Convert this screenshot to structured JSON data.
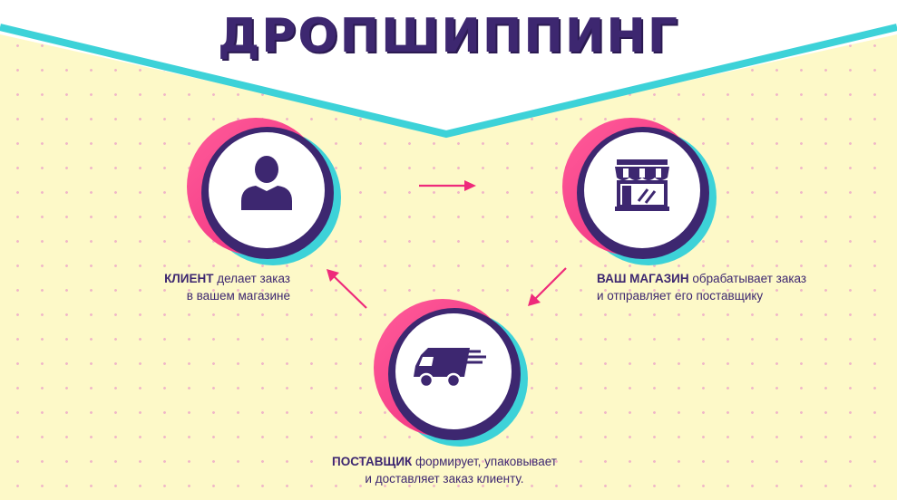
{
  "title": "ДРОПШИППИНГ",
  "colors": {
    "background": "#fdf9c8",
    "pink": "#ee2a7b",
    "teal": "#3dd2d8",
    "purple": "#3d2770"
  },
  "nodes": {
    "client": {
      "icon": "person-icon",
      "bold": "КЛИЕНТ",
      "text1": " делает заказ",
      "text2": "в вашем магазине"
    },
    "store": {
      "icon": "storefront-icon",
      "bold": "ВАШ МАГАЗИН",
      "text1": " обрабатывает заказ",
      "text2": "и отправляет его поставщику"
    },
    "supplier": {
      "icon": "delivery-truck-icon",
      "bold": "ПОСТАВЩИК",
      "text1": " формирует, упаковывает",
      "text2": "и доставляет заказ клиенту."
    }
  }
}
